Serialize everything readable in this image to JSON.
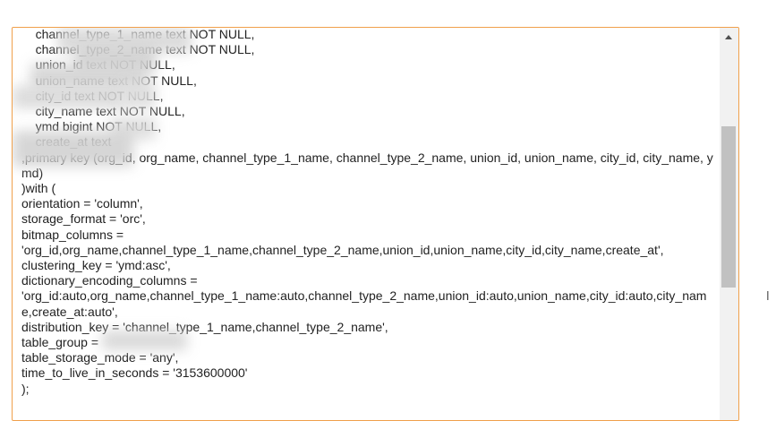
{
  "editor": {
    "lines": [
      "    channel_type_1_name text NOT NULL,",
      "    channel_type_2_name text NOT NULL,",
      "    union_id text NOT NULL,",
      "    union_name text NOT NULL,",
      "    city_id text NOT NULL,",
      "    city_name text NOT NULL,",
      "    ymd bigint NOT NULL,",
      "    create_at text",
      ",primary key (org_id, org_name, channel_type_1_name, channel_type_2_name, union_id, union_name, city_id, city_name, ymd)",
      ")with (",
      "orientation = 'column',",
      "storage_format = 'orc',",
      "bitmap_columns =",
      "'org_id,org_name,channel_type_1_name,channel_type_2_name,union_id,union_name,city_id,city_name,create_at',",
      "clustering_key = 'ymd:asc',",
      "dictionary_encoding_columns =",
      "'org_id:auto,org_name,channel_type_1_name:auto,channel_type_2_name,union_id:auto,union_name,city_id:auto,city_name,create_at:auto',",
      "distribution_key = 'channel_type_1_name,channel_type_2_name',",
      "table_group = ",
      "table_storage_mode = 'any',",
      "time_to_live_in_seconds = '3153600000'",
      ");"
    ]
  },
  "edge_glyph": "ǀ",
  "colors": {
    "border": "#f0a04b",
    "text": "#222222"
  }
}
